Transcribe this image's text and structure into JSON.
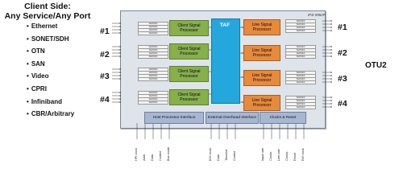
{
  "client_side": {
    "title_line1": "Client Side:",
    "title_line2": "Any Service/Any Port",
    "services": [
      "Ethernet",
      "SONET/SDH",
      "OTN",
      "SAN",
      "Video",
      "CPRI",
      "Infiniband",
      "CBR/Arbitrary"
    ]
  },
  "ports": [
    "#1",
    "#2",
    "#3",
    "#4"
  ],
  "line_side": {
    "label": "OTU2"
  },
  "chip": {
    "id": "IPS-5982P",
    "serdes_label": "SERDES",
    "client_processor": "Client Signal Processor",
    "line_processor": "Line Signal Processor",
    "taf": "TAF",
    "interfaces": [
      "Host Processor Interface",
      "External Overhead Interface",
      "Clocks & Reset"
    ]
  },
  "pins": [
    "HPI clock",
    "Addr",
    "Data",
    "Control",
    "Bus mode",
    "EOI clock",
    "Data",
    "Timeslot",
    "Control",
    "Input rate",
    "Clocks",
    "Line rate",
    "Clocks",
    "Reset",
    "Ref clock"
  ]
}
